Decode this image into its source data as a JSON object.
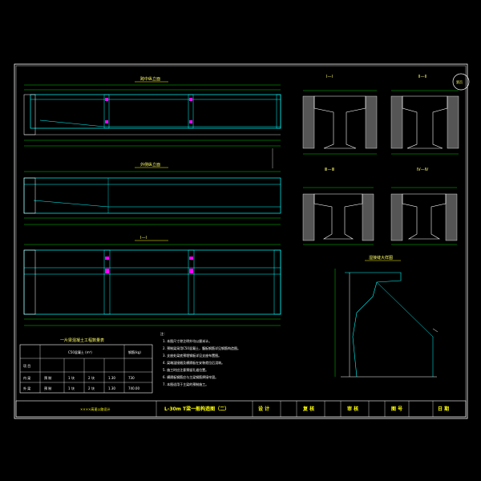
{
  "colors": {
    "background": "#000000",
    "frame": "#ffffff",
    "cyan": "#00ffff",
    "yellow": "#ffff00",
    "white": "#ffffff",
    "green": "#00ff00",
    "magenta": "#ff00ff",
    "red": "#ff3333"
  },
  "views": {
    "top_title": "跨中纵立面",
    "mid_title": "外侧纵立面",
    "bottom_title": "Ⅰ—Ⅰ"
  },
  "sections": {
    "s1": "Ⅰ—Ⅰ",
    "s2": "Ⅱ—Ⅱ",
    "s3": "Ⅲ—Ⅲ",
    "s4": "Ⅳ—Ⅳ",
    "detail": "湿接缝大样图"
  },
  "stamp": "第页",
  "table": {
    "title": "一片梁混凝土工程数量表",
    "header_item": "项 目",
    "header_group": "C50混凝土 (m³)",
    "header_total": "钢筋(kg)",
    "rows": [
      {
        "name": "内 梁",
        "c1": "预 制",
        "c2": "1 块",
        "c3": "2 块",
        "c4": "1.30",
        "c5": "730"
      },
      {
        "name": "外 梁",
        "c1": "预 制",
        "c2": "1 块",
        "c3": "2 块",
        "c4": "1.30",
        "c5": "740.00"
      }
    ]
  },
  "notes": {
    "heading": "注：",
    "lines": [
      "1. 本图尺寸除注明外均以厘米计。",
      "2. 预制梁采用C50混凝土，腹板钢筋详见钢筋构造图。",
      "3. 支座处梁底预埋钢板详见支座布置图。",
      "4. 梁端湿接缝及横隔板在安装就位后浇筑。",
      "5. 施工时应注意预留孔道位置。",
      "6. 横隔板钢筋应与主梁钢筋焊接牢固。",
      "7. 本图适用于主梁的预制施工。"
    ]
  },
  "title_block": {
    "project": "××××高速公路设计",
    "drawing_title": "L-30m T梁一般构造图（二）",
    "design": "设 计",
    "review": "复 核",
    "approve": "审 核",
    "drawing_no_label": "图 号",
    "date_label": "日 期"
  }
}
